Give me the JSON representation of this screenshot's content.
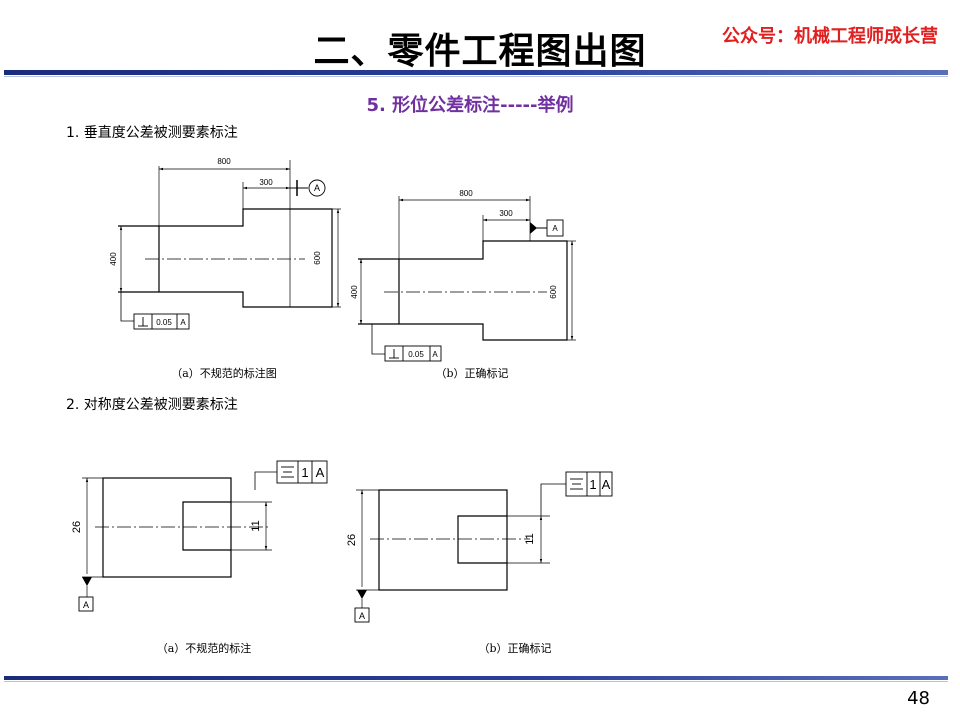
{
  "header": {
    "title": "二、零件工程图出图",
    "brand": "公众号：机械工程师成长营"
  },
  "subtitle": "5. 形位公差标注-----举例",
  "section1": {
    "heading": "1. 垂直度公差被测要素标注",
    "fig_a": {
      "caption": "（a）不规范的标注图",
      "dim_800": "800",
      "dim_300": "300",
      "dim_400": "400",
      "dim_600": "600",
      "datum": "A",
      "tol_value": "0.05",
      "tol_datum": "A"
    },
    "fig_b": {
      "caption": "（b）正确标记",
      "dim_800": "800",
      "dim_300": "300",
      "dim_400": "400",
      "dim_600": "600",
      "datum": "A",
      "tol_value": "0.05",
      "tol_datum": "A"
    }
  },
  "section2": {
    "heading": "2. 对称度公差被测要素标注",
    "fig_a": {
      "caption": "（a）不规范的标注",
      "dim_26": "26",
      "dim_11": "11",
      "tol_value": "1",
      "tol_datum": "A",
      "datum": "A"
    },
    "fig_b": {
      "caption": "（b）正确标记",
      "dim_26": "26",
      "dim_11": "11",
      "tol_value": "1",
      "tol_datum": "A",
      "datum": "A"
    }
  },
  "page_number": "48"
}
